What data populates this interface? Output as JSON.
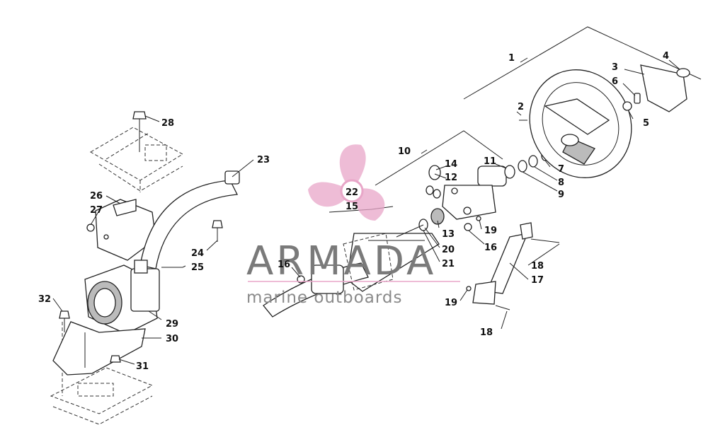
{
  "watermark": {
    "brand": "ARMADA",
    "tagline": "marine outboards",
    "accent_color": "#e8a6c8",
    "text_color": "#7a7a7a"
  },
  "callouts": {
    "c1": "1",
    "c2": "2",
    "c3": "3",
    "c4": "4",
    "c5": "5",
    "c6": "6",
    "c7": "7",
    "c8": "8",
    "c9": "9",
    "c10": "10",
    "c11": "11",
    "c12": "12",
    "c13": "13",
    "c14": "14",
    "c15": "15",
    "c16a": "16",
    "c16b": "16",
    "c17": "17",
    "c18a": "18",
    "c18b": "18",
    "c19a": "19",
    "c19b": "19",
    "c20": "20",
    "c21": "21",
    "c22": "22",
    "c23": "23",
    "c24": "24",
    "c25": "25",
    "c26": "26",
    "c27": "27",
    "c28": "28",
    "c29": "29",
    "c30": "30",
    "c31": "31",
    "c32": "32"
  }
}
